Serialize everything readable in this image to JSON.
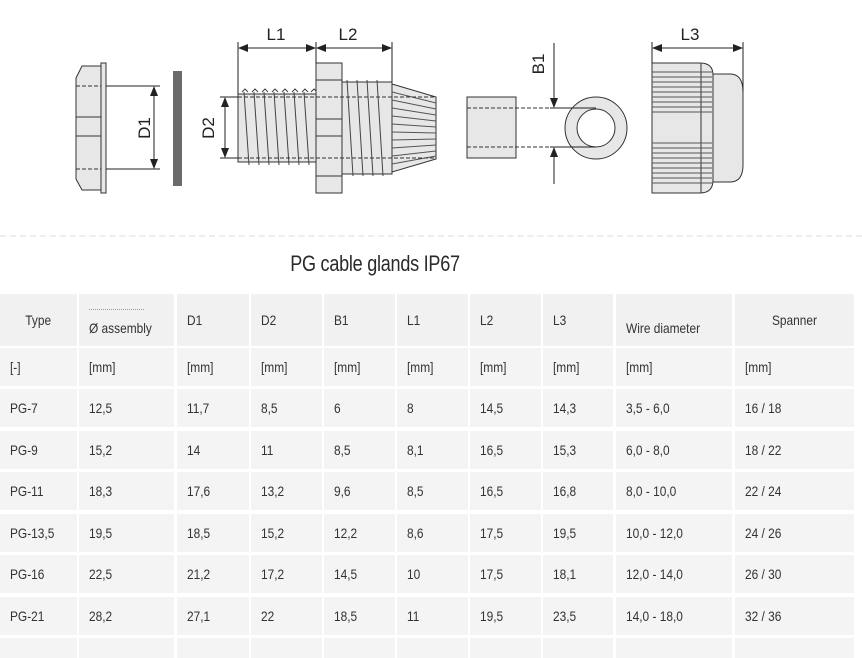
{
  "drawing": {
    "labels": {
      "d1": "D1",
      "d2": "D2",
      "l1": "L1",
      "l2": "L2",
      "b1": "B1",
      "l3": "L3"
    }
  },
  "title": "PG cable glands IP67",
  "table": {
    "headers": [
      "Type",
      "Ø assembly",
      "D1",
      "D2",
      "B1",
      "L1",
      "L2",
      "L3",
      "Wire diameter",
      "Spanner"
    ],
    "units": [
      "[-]",
      "[mm]",
      "[mm]",
      "[mm]",
      "[mm]",
      "[mm]",
      "[mm]",
      "[mm]",
      "[mm]",
      "[mm]"
    ],
    "rows": [
      [
        "PG-7",
        "12,5",
        "11,7",
        "8,5",
        "6",
        "8",
        "14,5",
        "14,3",
        "3,5 - 6,0",
        "16 / 18"
      ],
      [
        "PG-9",
        "15,2",
        "14",
        "11",
        "8,5",
        "8,1",
        "16,5",
        "15,3",
        "6,0 - 8,0",
        "18 / 22"
      ],
      [
        "PG-11",
        "18,3",
        "17,6",
        "13,2",
        "9,6",
        "8,5",
        "16,5",
        "16,8",
        "8,0 - 10,0",
        "22 / 24"
      ],
      [
        "PG-13,5",
        "19,5",
        "18,5",
        "15,2",
        "12,2",
        "8,6",
        "17,5",
        "19,5",
        "10,0 - 12,0",
        "24 / 26"
      ],
      [
        "PG-16",
        "22,5",
        "21,2",
        "17,2",
        "14,5",
        "10",
        "17,5",
        "18,1",
        "12,0 - 14,0",
        "26 / 30"
      ],
      [
        "PG-21",
        "28,2",
        "27,1",
        "22",
        "18,5",
        "11",
        "19,5",
        "23,5",
        "14,0 - 18,0",
        "32 / 36"
      ]
    ]
  },
  "colors": {
    "cell_bg": "#f3f4f3",
    "line": "#333333",
    "part_fill": "#e6e7e6",
    "gasket": "#6b6b6b"
  }
}
